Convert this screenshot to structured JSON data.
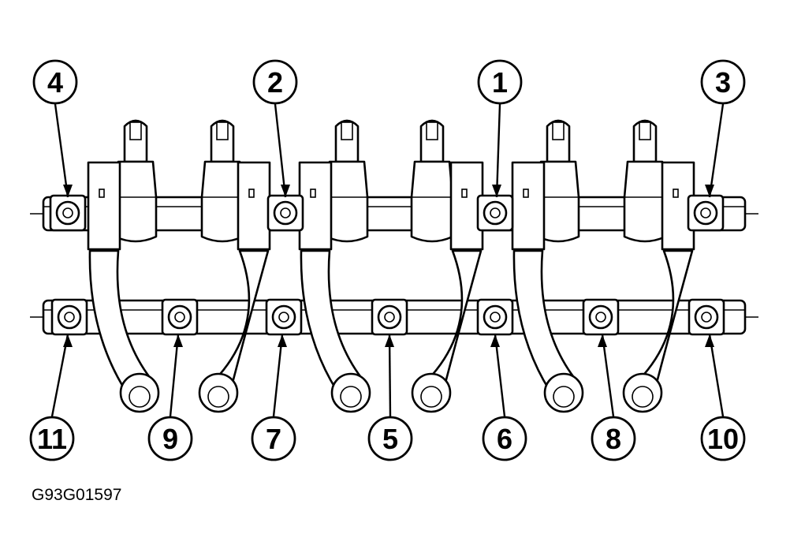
{
  "figure": {
    "id_label": "G93G01597"
  },
  "callouts": [
    {
      "label": "4",
      "target": "upper-shaft-left-end-bolt"
    },
    {
      "label": "2",
      "target": "upper-shaft-bolt"
    },
    {
      "label": "1",
      "target": "upper-shaft-bolt"
    },
    {
      "label": "3",
      "target": "upper-shaft-right-end-bolt"
    },
    {
      "label": "11",
      "target": "lower-shaft-left-end-bolt"
    },
    {
      "label": "9",
      "target": "lower-shaft-bolt"
    },
    {
      "label": "7",
      "target": "lower-shaft-bolt"
    },
    {
      "label": "5",
      "target": "lower-shaft-center-bolt"
    },
    {
      "label": "6",
      "target": "lower-shaft-bolt"
    },
    {
      "label": "8",
      "target": "lower-shaft-bolt"
    },
    {
      "label": "10",
      "target": "lower-shaft-right-end-bolt"
    }
  ],
  "colors": {
    "ink": "#000000",
    "paper": "#ffffff"
  }
}
